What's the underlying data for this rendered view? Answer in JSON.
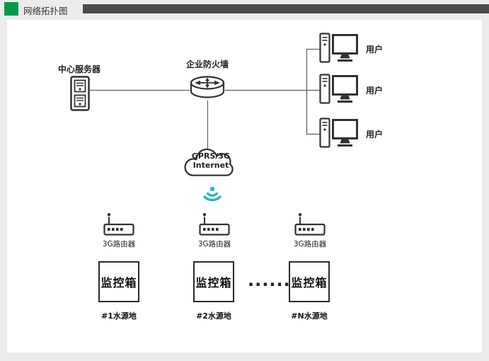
{
  "header": {
    "title": "网络拓扑图"
  },
  "colors": {
    "accent_green": "#009a49",
    "header_bar": "#4b4b4b",
    "page_background": "#ececec",
    "panel_background": "#ffffff",
    "line_color": "#4a4a4a",
    "icon_stroke": "#333333",
    "wifi_teal": "#2cb5b8"
  },
  "diagram": {
    "server": {
      "label": "中心服务器"
    },
    "firewall": {
      "label": "企业防火墙"
    },
    "users": [
      {
        "label": "用户"
      },
      {
        "label": "用户"
      },
      {
        "label": "用户"
      }
    ],
    "cloud": {
      "line1": "GPRS/3G",
      "line2": "Internet"
    },
    "routers": [
      {
        "label": "3G路由器"
      },
      {
        "label": "3G路由器"
      },
      {
        "label": "3G路由器"
      }
    ],
    "stations": [
      {
        "box": "监控箱",
        "site": "#1水源地"
      },
      {
        "box": "监控箱",
        "site": "#2水源地"
      },
      {
        "box": "监控箱",
        "site": "#N水源地"
      }
    ],
    "ellipsis": "......"
  }
}
